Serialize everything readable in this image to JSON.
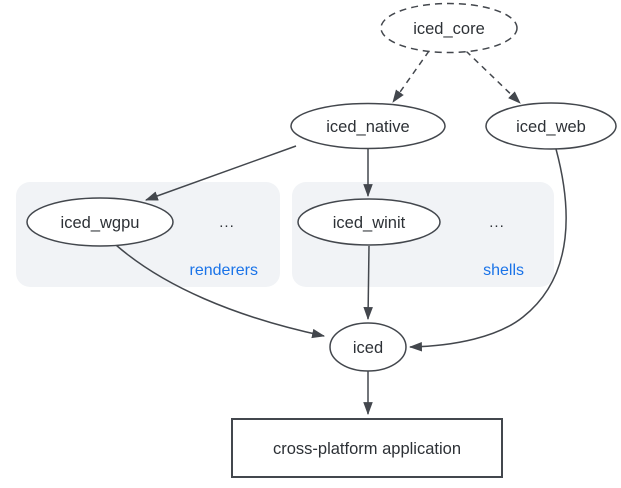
{
  "diagram": {
    "type": "dependency-graph",
    "direction": "top-down",
    "colors": {
      "background": "#ffffff",
      "node_fill": "#ffffff",
      "stroke": "#43474d",
      "text": "#2d3136",
      "accent_blue": "#1a73e8",
      "group_fill": "#f1f3f6"
    },
    "nodes": {
      "iced_core": {
        "label": "iced_core",
        "shape": "ellipse",
        "border": "dashed"
      },
      "iced_native": {
        "label": "iced_native",
        "shape": "ellipse"
      },
      "iced_web": {
        "label": "iced_web",
        "shape": "ellipse"
      },
      "iced_wgpu": {
        "label": "iced_wgpu",
        "shape": "ellipse",
        "group": "renderers"
      },
      "iced_winit": {
        "label": "iced_winit",
        "shape": "ellipse",
        "group": "shells"
      },
      "iced": {
        "label": "iced",
        "shape": "ellipse"
      },
      "application": {
        "label": "cross-platform application",
        "shape": "rectangle"
      }
    },
    "groups": {
      "renderers": {
        "label": "renderers",
        "ellipsis": "..."
      },
      "shells": {
        "label": "shells",
        "ellipsis": "..."
      }
    },
    "edges": [
      {
        "from": "iced_core",
        "to": "iced_native",
        "style": "dashed"
      },
      {
        "from": "iced_core",
        "to": "iced_web",
        "style": "dashed"
      },
      {
        "from": "iced_native",
        "to": "iced_wgpu",
        "style": "solid"
      },
      {
        "from": "iced_native",
        "to": "iced_winit",
        "style": "solid"
      },
      {
        "from": "iced_wgpu",
        "to": "iced",
        "style": "solid",
        "shape": "curved"
      },
      {
        "from": "iced_winit",
        "to": "iced",
        "style": "solid"
      },
      {
        "from": "iced_web",
        "to": "iced",
        "style": "solid",
        "shape": "curved"
      },
      {
        "from": "iced",
        "to": "application",
        "style": "solid"
      }
    ]
  }
}
